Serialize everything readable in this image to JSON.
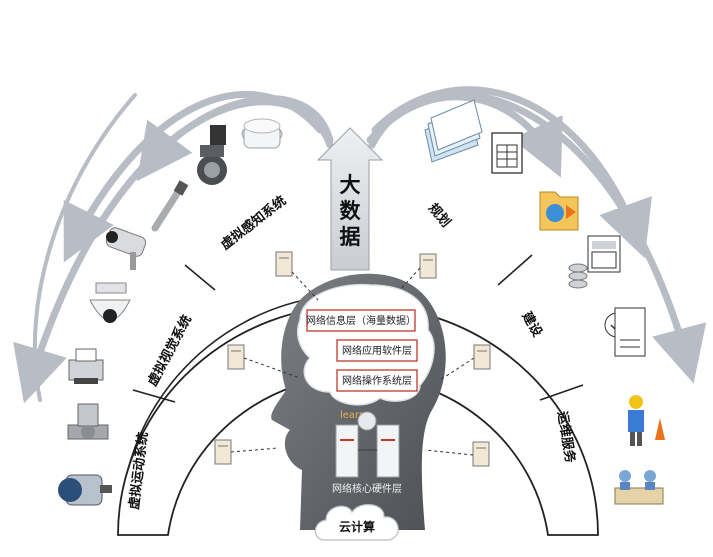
{
  "center": {
    "big_data_label": "大数据",
    "cloud_label": "云计算",
    "hardware_label": "网络核心硬件层",
    "watermark": "learn",
    "layers": [
      "网络信息层（海量数据）",
      "网络应用软件层",
      "网络操作系统层"
    ]
  },
  "left_segments": [
    "虚拟感知系统",
    "虚拟视觉系统",
    "虚拟运动系统"
  ],
  "right_segments": [
    "规划",
    "建设",
    "运维服务"
  ],
  "icons_left": [
    "smoke-detector-icon",
    "flow-meter-icon",
    "level-sensor-icon",
    "bullet-camera-icon",
    "dome-camera-icon",
    "printer-icon",
    "valve-icon",
    "motor-icon"
  ],
  "icons_right": [
    "documents-icon",
    "spreadsheet-icon",
    "folder-icon",
    "calculator-icon",
    "checklist-icon",
    "worker-icon",
    "meeting-icon"
  ],
  "colors": {
    "arc_fill": "#ffffff",
    "arc_stroke": "#222222",
    "arrow": "#b8bcc4",
    "head": "#6b6e72",
    "brain": "#ffffff",
    "box_border": "#c0392b"
  }
}
